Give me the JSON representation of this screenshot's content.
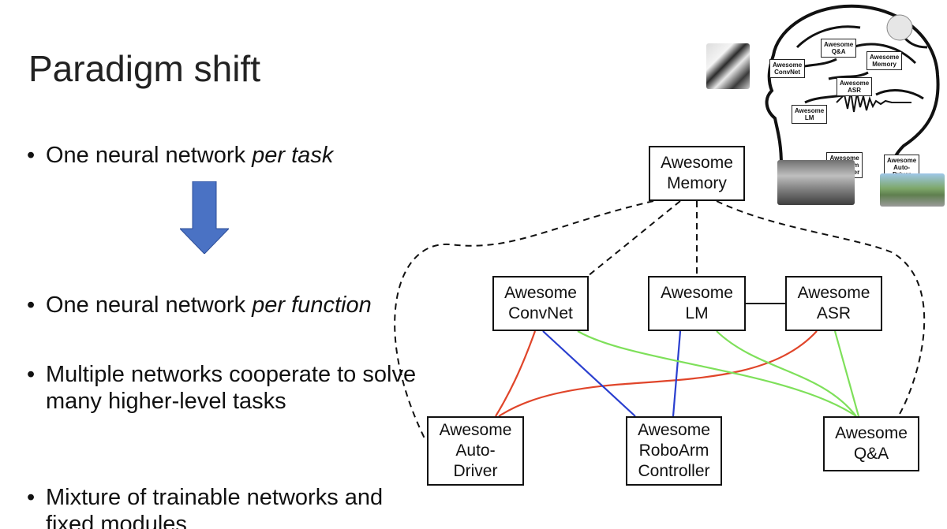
{
  "slide": {
    "title": "Paradigm shift",
    "bullets": {
      "b1_main": "One neural network ",
      "b1_em": "per task",
      "b2_main": "One neural network ",
      "b2_em": "per function",
      "b3": "Multiple networks cooperate to solve many higher-level tasks",
      "b4": "Mixture of trainable networks and fixed modules"
    }
  },
  "diagram": {
    "nodes": {
      "memory": "Awesome\nMemory",
      "convnet": "Awesome\nConvNet",
      "lm": "Awesome\nLM",
      "asr": "Awesome\nASR",
      "autodriver": "Awesome\nAuto-\nDriver",
      "roboarm": "Awesome\nRoboArm\nController",
      "qa": "Awesome\nQ&A"
    },
    "colors": {
      "red": "#e0452a",
      "blue": "#2a3fcf",
      "green": "#7ee05a",
      "arrow": "#4a72c4"
    }
  },
  "brain_figure": {
    "qa": "Awesome\nQ&A",
    "memory": "Awesome\nMemory",
    "convnet": "Awesome\nConvNet",
    "asr": "Awesome\nASR",
    "lm": "Awesome\nLM",
    "roboarm": "Awesome\nRoboArm\nController",
    "autodriver": "Awesome\nAuto-\nDriver"
  }
}
